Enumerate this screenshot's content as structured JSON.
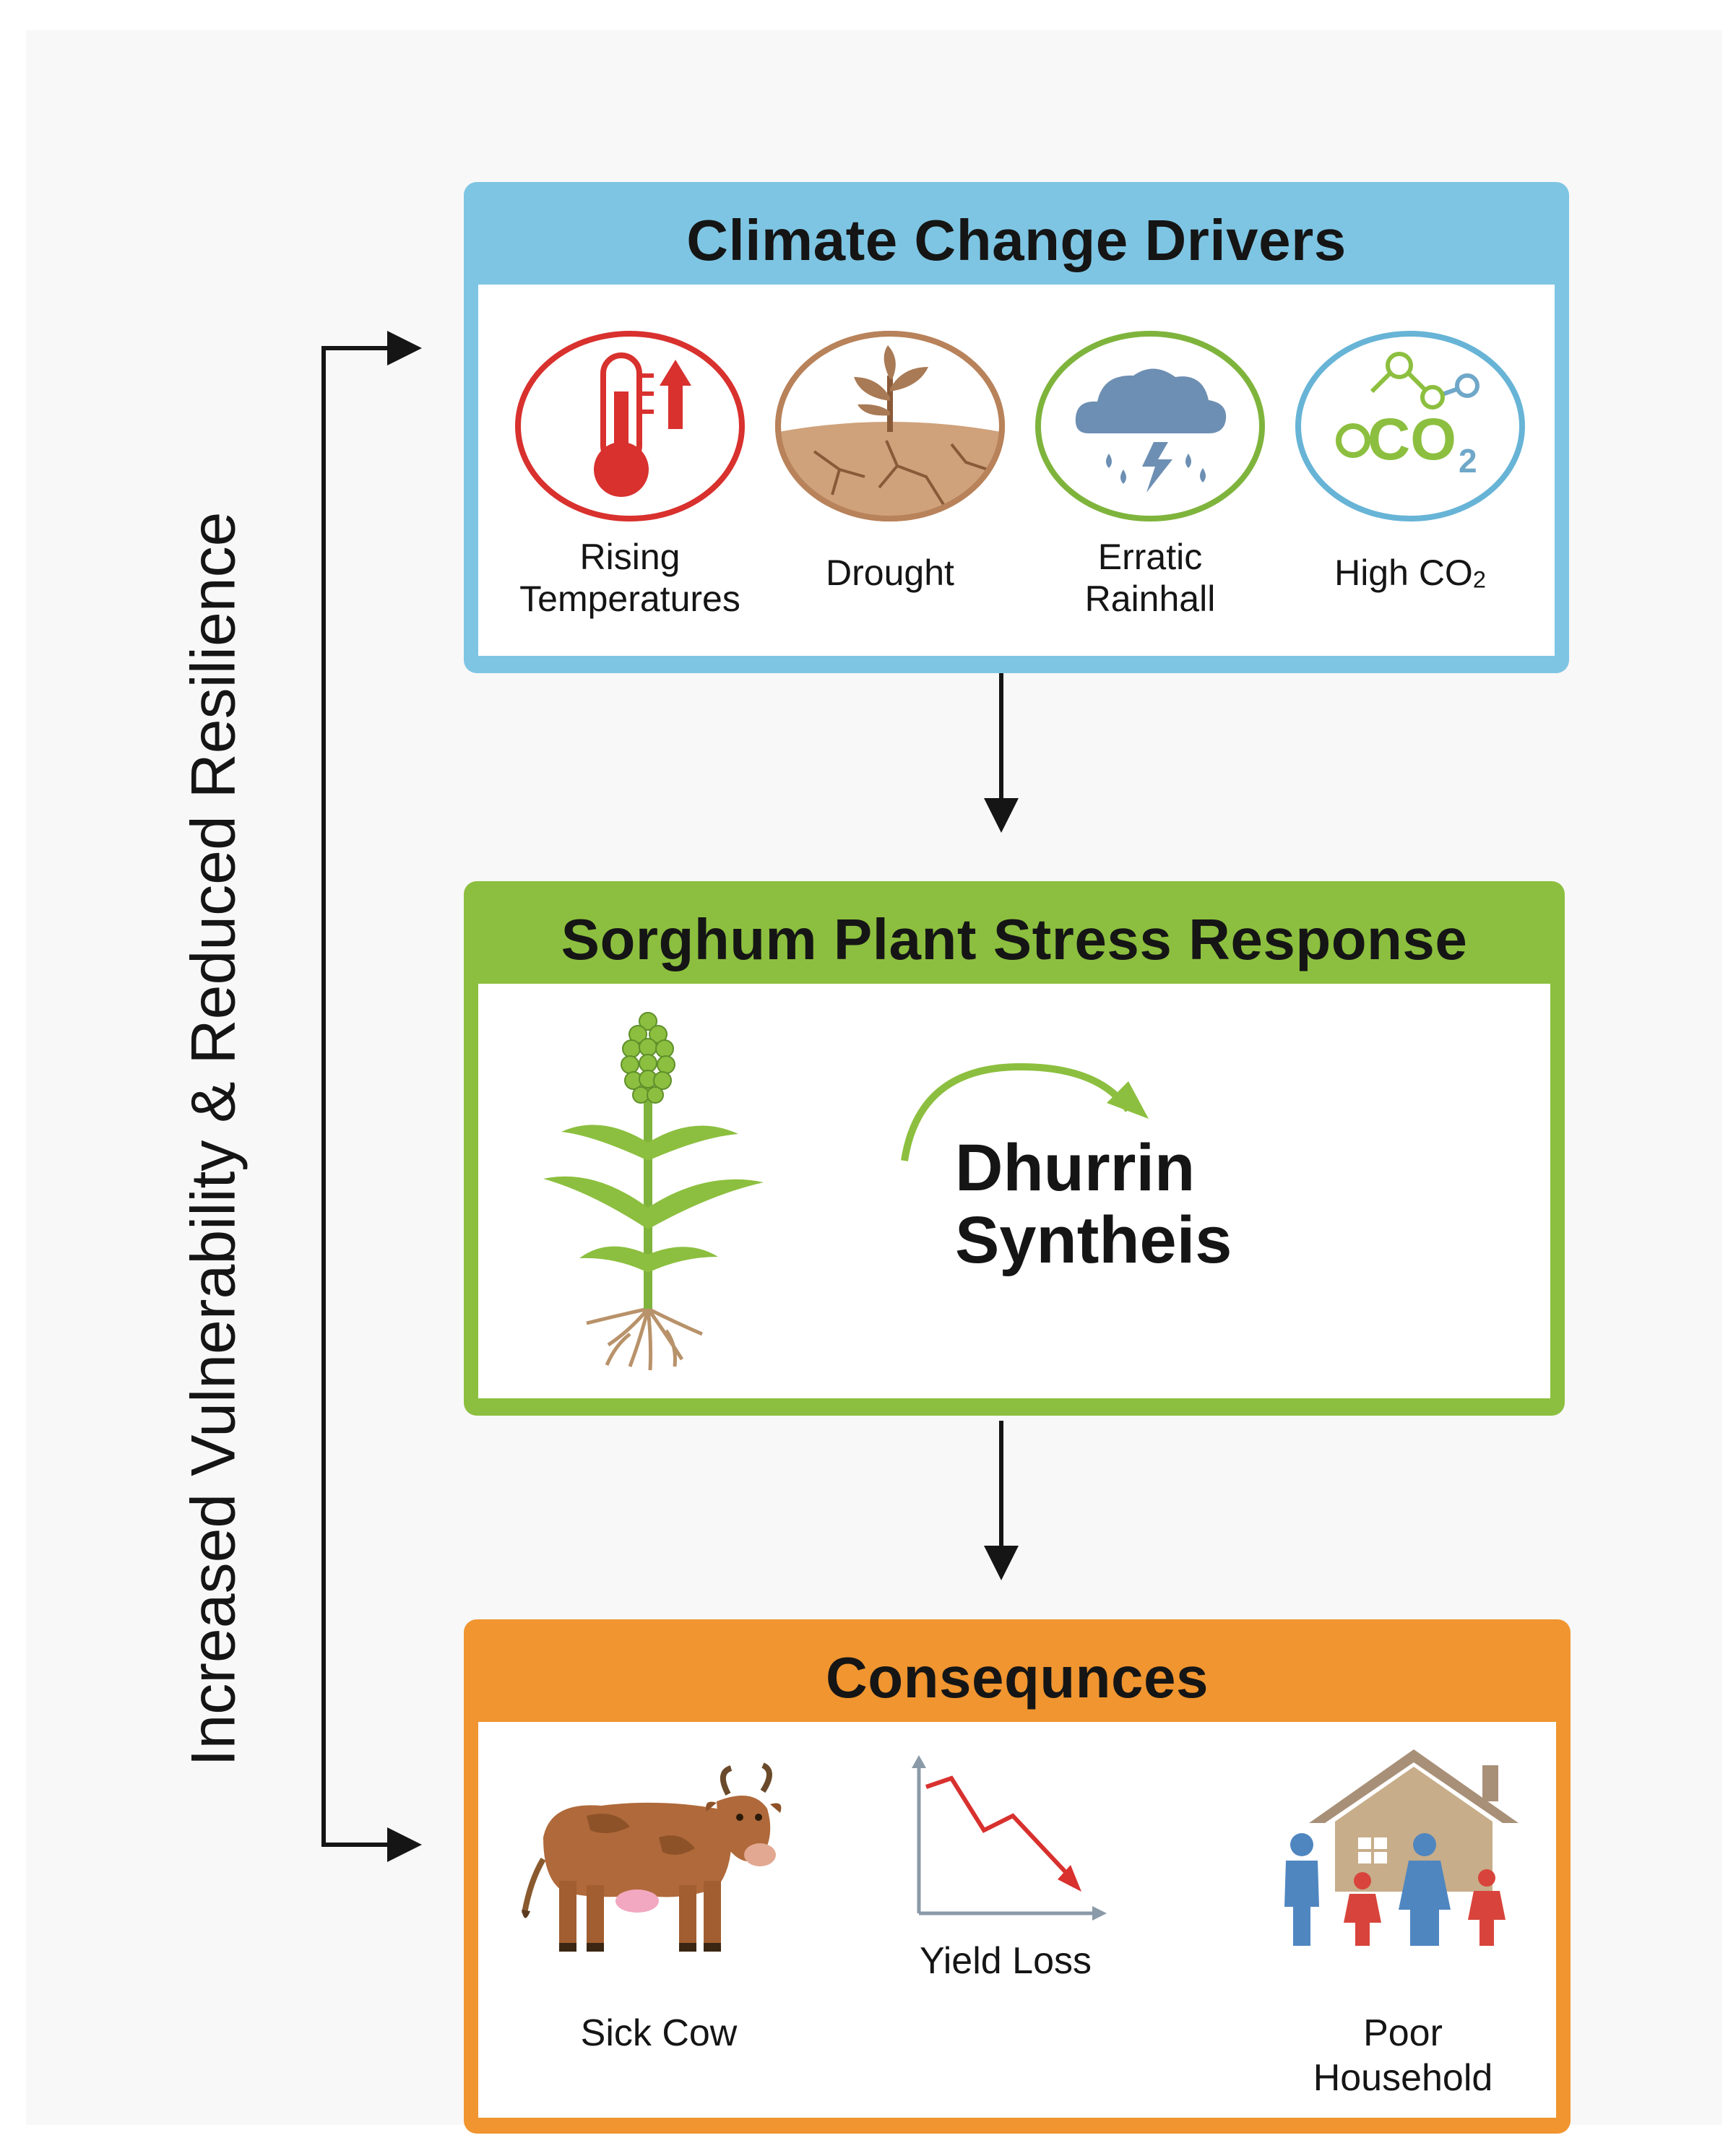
{
  "side_label": "Increased Vulnerability & Reduced Resilience",
  "drivers": {
    "title": "Climate Change Drivers",
    "items": [
      {
        "line1": "Rising",
        "line2": "Temperatures",
        "icon": "thermometer-up-icon"
      },
      {
        "line1": "Drought",
        "line2": "",
        "icon": "drought-sprout-icon"
      },
      {
        "line1": "Erratic",
        "line2": "Rainhall",
        "icon": "storm-cloud-icon"
      },
      {
        "label": "High CO",
        "sub": "2",
        "icon": "co2-molecule-icon"
      }
    ],
    "co2_icon_text": "CO",
    "co2_icon_sub": "2"
  },
  "stress": {
    "title": "Sorghum Plant Stress Response",
    "line1": "Dhurrin",
    "line2": "Syntheis"
  },
  "consequences": {
    "title": "Consequnces",
    "items": [
      {
        "label": "Sick Cow",
        "icon": "cow-icon"
      },
      {
        "label": "Yield Loss",
        "icon": "declining-chart-icon"
      },
      {
        "line1": "Poor",
        "line2": "Household",
        "icon": "house-family-icon"
      }
    ]
  },
  "colors": {
    "drivers": "#7ec5e3",
    "stress": "#8cbf3f",
    "consequences": "#f09530",
    "text": "#151515"
  }
}
